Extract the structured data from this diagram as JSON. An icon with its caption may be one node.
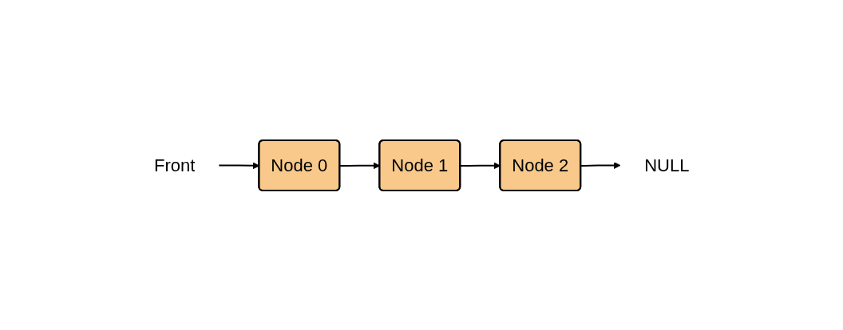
{
  "diagram": {
    "nodes": [
      {
        "text": [
          "Front"
        ]
      },
      {
        "text": [
          "Node 0"
        ]
      },
      {
        "text": [
          "Node 1"
        ]
      },
      {
        "text": [
          "Node 2"
        ]
      },
      {
        "text": [
          "NULL"
        ]
      }
    ],
    "edges": [
      {
        "from": 0,
        "to": 1,
        "arrow": "to"
      },
      {
        "from": 1,
        "to": 2,
        "arrow": "to"
      },
      {
        "from": 2,
        "to": 3,
        "arrow": "to"
      },
      {
        "from": 3,
        "to": 4,
        "arrow": "to"
      }
    ]
  }
}
